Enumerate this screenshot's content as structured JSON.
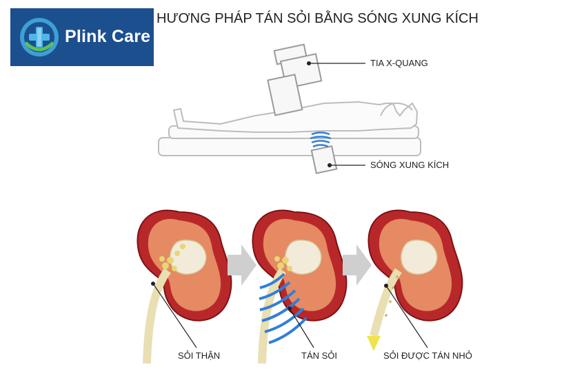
{
  "logo": {
    "text": "Plink Care"
  },
  "title": "HƯƠNG PHÁP TÁN SỎI BẰNG SÓNG XUNG KÍCH",
  "labels": {
    "xray": "TIA X-QUANG",
    "shockwave": "SÓNG XUNG KÍCH",
    "kidney_stone": "SỎI THẬN",
    "lithotripsy": "TÁN SỎI",
    "fragmented": "SỎI ĐƯỢC TÁN NHỎ"
  },
  "colors": {
    "logo_bg": "#1c4f8e",
    "kidney_red": "#b8282a",
    "stone": "#e6d676",
    "wave": "#2f7fd8",
    "arrow": "#cfcfcf",
    "ureter": "#e9dfb3"
  }
}
